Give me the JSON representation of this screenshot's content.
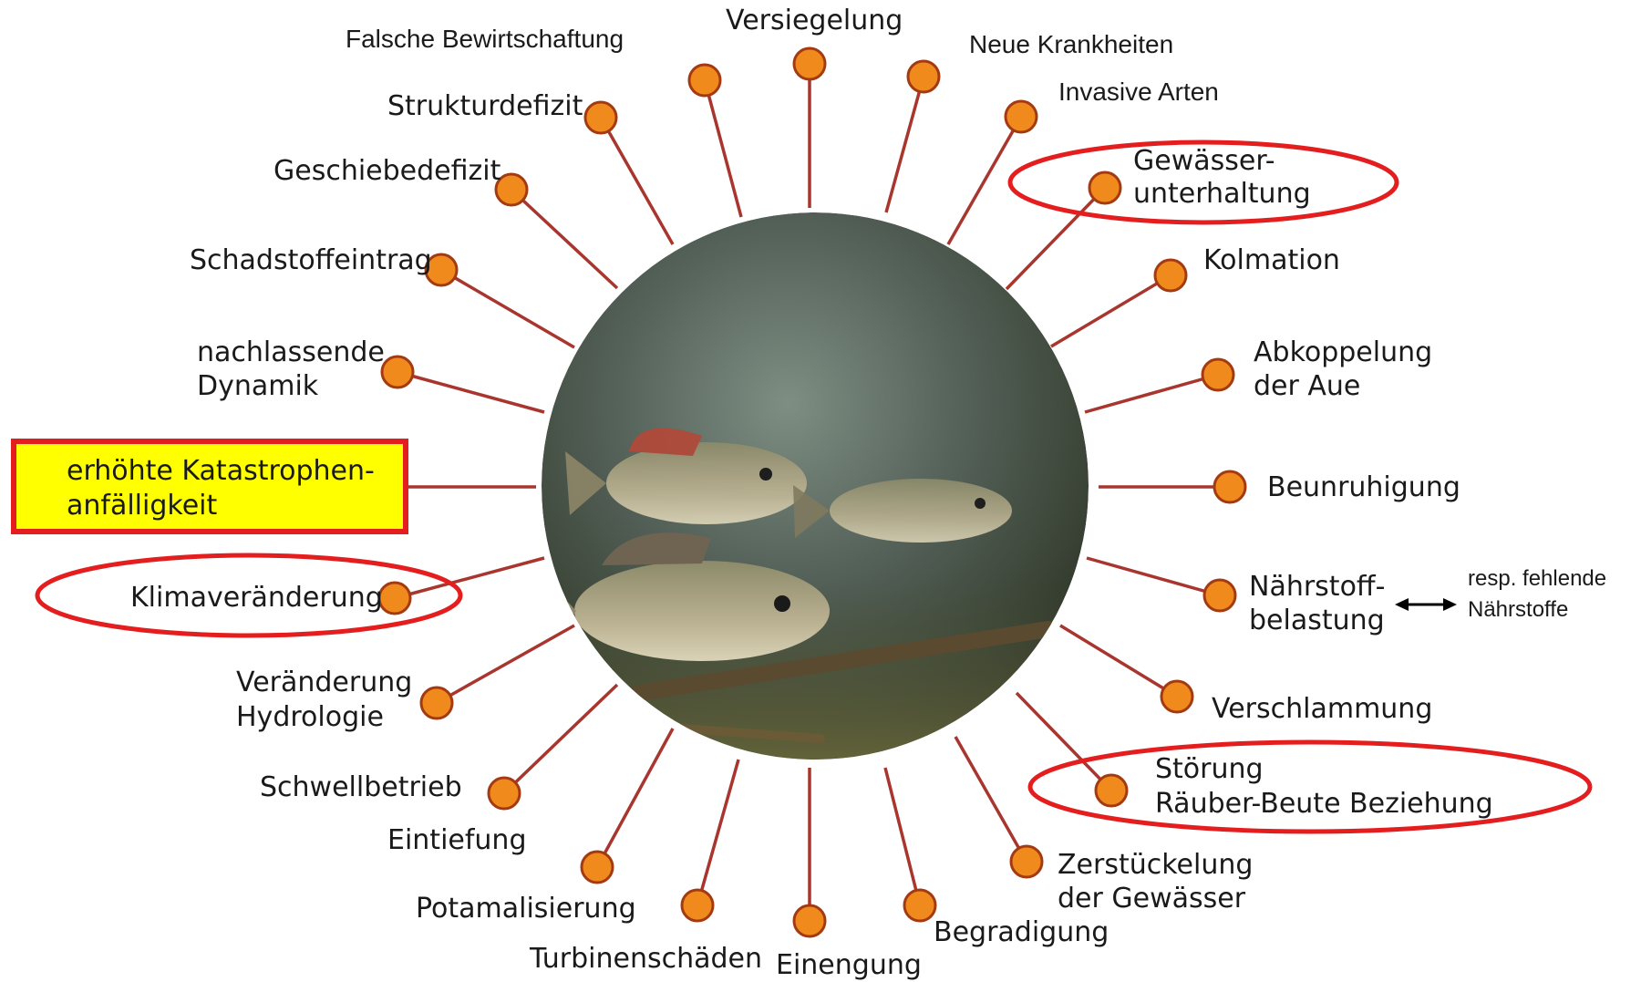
{
  "labels": {
    "falsche_bewirtschaftung": "Falsche Bewirtschaftung",
    "versiegelung": "Versiegelung",
    "neue_krankheiten": "Neue Krankheiten",
    "invasive_arten": "Invasive Arten",
    "strukturdefizit": "Strukturdefizit",
    "geschiebedefizit": "Geschiebedefizit",
    "gewaesserunterhaltung_1": "Gewässer-",
    "gewaesserunterhaltung_2": "unterhaltung",
    "schadstoffeintrag": "Schadstoffeintrag",
    "kolmation": "Kolmation",
    "nachlassende_1": "nachlassende",
    "nachlassende_2": "Dynamik",
    "abkoppelung_1": "Abkoppelung",
    "abkoppelung_2": "der Aue",
    "katastrophen_1": "erhöhte Katastrophen-",
    "katastrophen_2": "anfälligkeit",
    "beunruhigung": "Beunruhigung",
    "klimaveraenderung": "Klimaveränderung",
    "naehrstoff_1": "Nährstoff-",
    "naehrstoff_2": "belastung",
    "resp_1": "resp. fehlende",
    "resp_2": "Nährstoffe",
    "veraenderung_1": "Veränderung",
    "veraenderung_2": "Hydrologie",
    "verschlammung": "Verschlammung",
    "schwellbetrieb": "Schwellbetrieb",
    "stoerung_1": "Störung",
    "stoerung_2": "Räuber-Beute Beziehung",
    "eintiefung": "Eintiefung",
    "zerstueckelung_1": "Zerstückelung",
    "zerstueckelung_2": "der Gewässer",
    "potamalisierung": "Potamalisierung",
    "turbinenschaeden": "Turbinenschäden",
    "einengung": "Einengung",
    "begradigung": "Begradigung"
  },
  "colors": {
    "node_fill": "#f08a1c",
    "node_stroke": "#a33a12",
    "spoke": "#a8362e",
    "highlight_red": "#e41e1e",
    "highlight_yellow": "#ffff00"
  }
}
